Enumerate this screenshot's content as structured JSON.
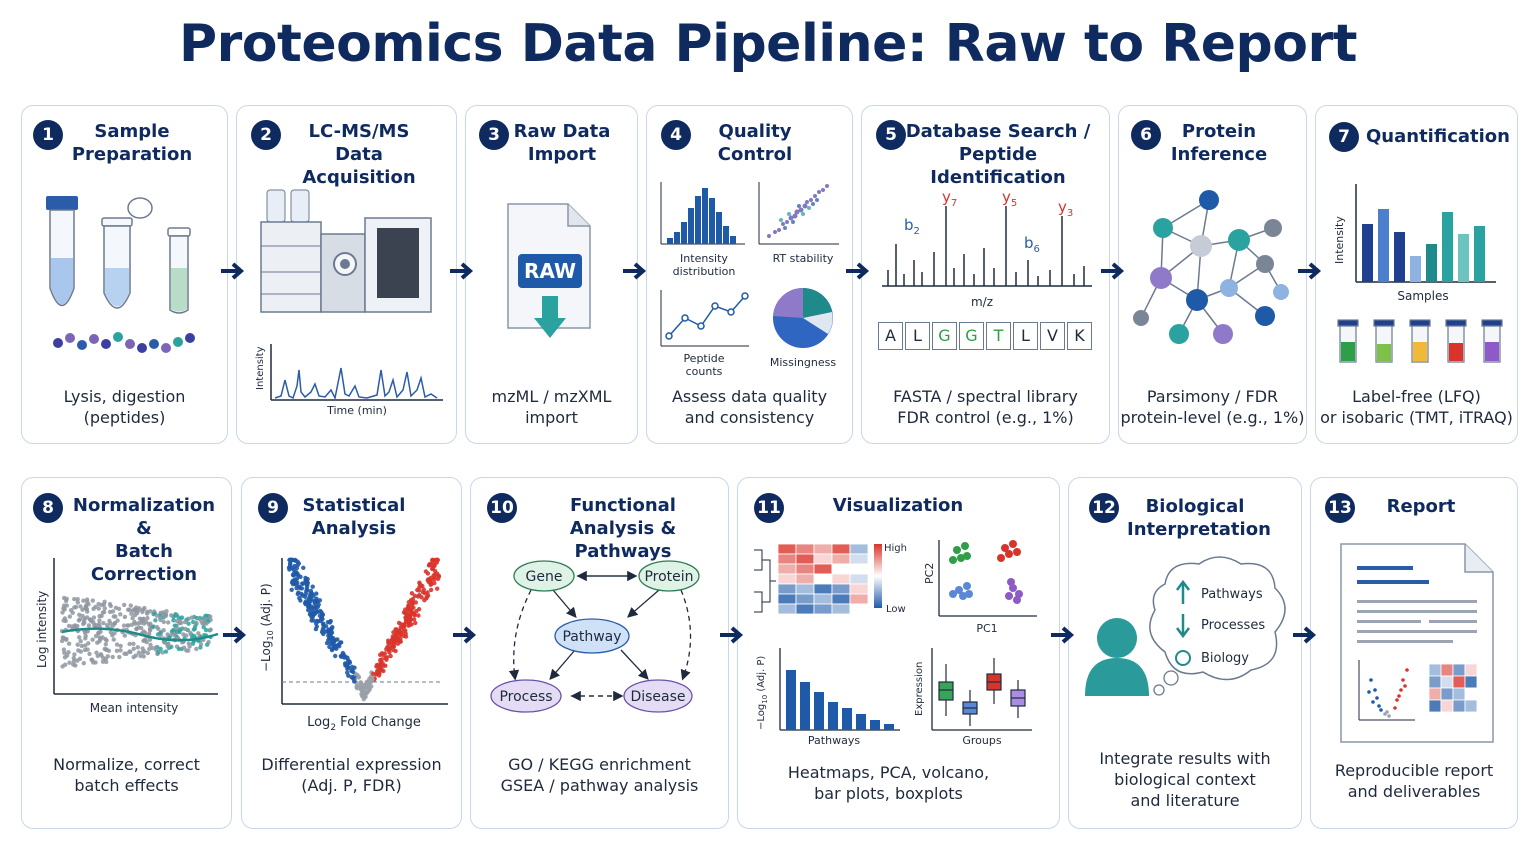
{
  "title": "Proteomics Data Pipeline: Raw to Report",
  "steps": [
    {
      "num": "1",
      "title": [
        "Sample",
        "Preparation"
      ],
      "desc": [
        "Lysis, digestion",
        "(peptides)"
      ]
    },
    {
      "num": "2",
      "title": [
        "LC-MS/MS",
        "Data Acquisition"
      ],
      "desc": [],
      "labels": {
        "ylabel": "Intensity",
        "xlabel": "Time (min)"
      }
    },
    {
      "num": "3",
      "title": [
        "Raw Data",
        "Import"
      ],
      "desc": [
        "mzML / mzXML",
        "import"
      ],
      "labels": {
        "file": "RAW"
      }
    },
    {
      "num": "4",
      "title": [
        "Quality",
        "Control"
      ],
      "desc": [
        "Assess data quality",
        "and consistency"
      ],
      "labels": {
        "hist1": "Intensity",
        "hist2": "distribution",
        "rt": "RT stability",
        "pep1": "Peptide",
        "pep2": "counts",
        "miss": "Missingness"
      }
    },
    {
      "num": "5",
      "title": [
        "Database Search /",
        "Peptide Identification"
      ],
      "desc": [
        "FASTA / spectral library",
        "FDR control (e.g., 1%)"
      ],
      "labels": {
        "xlabel": "m/z",
        "ions": [
          {
            "ion": "b",
            "sub": "2",
            "color": "#2a5caa"
          },
          {
            "ion": "y",
            "sub": "7",
            "color": "#d9342b"
          },
          {
            "ion": "y",
            "sub": "5",
            "color": "#d9342b"
          },
          {
            "ion": "b",
            "sub": "6",
            "color": "#2a5caa"
          },
          {
            "ion": "y",
            "sub": "3",
            "color": "#d9342b"
          }
        ],
        "sequence": [
          {
            "aa": "A",
            "color": "#1f2a3c"
          },
          {
            "aa": "L",
            "color": "#1f2a3c"
          },
          {
            "aa": "G",
            "color": "#2e9e48"
          },
          {
            "aa": "G",
            "color": "#2e9e48"
          },
          {
            "aa": "T",
            "color": "#2e9e48"
          },
          {
            "aa": "L",
            "color": "#1f2a3c"
          },
          {
            "aa": "V",
            "color": "#1f2a3c"
          },
          {
            "aa": "K",
            "color": "#1f2a3c"
          }
        ]
      }
    },
    {
      "num": "6",
      "title": [
        "Protein",
        "Inference"
      ],
      "desc": [
        "Parsimony / FDR",
        "protein-level (e.g., 1%)"
      ]
    },
    {
      "num": "7",
      "title": [
        "Quantification"
      ],
      "desc": [
        "Label-free (LFQ)",
        "or isobaric (TMT, iTRAQ)"
      ],
      "labels": {
        "ylabel": "Intensity",
        "xlabel": "Samples"
      }
    },
    {
      "num": "8",
      "title": [
        "Normalization &",
        "Batch Correction"
      ],
      "desc": [
        "Normalize, correct",
        "batch effects"
      ],
      "labels": {
        "ylabel": "Log intensity",
        "xlabel": "Mean intensity"
      }
    },
    {
      "num": "9",
      "title": [
        "Statistical",
        "Analysis"
      ],
      "desc": [
        "Differential expression",
        "(Adj. P, FDR)"
      ],
      "labels": {
        "ylabel_pre": "−Log",
        "ylabel_sub": "10",
        "ylabel_post": " (Adj. P)",
        "xlabel_pre": "Log",
        "xlabel_sub": "2",
        "xlabel_post": " Fold Change"
      }
    },
    {
      "num": "10",
      "title": [
        "Functional Analysis &",
        "Pathways"
      ],
      "desc": [
        "GO / KEGG enrichment",
        "GSEA / pathway analysis"
      ],
      "labels": {
        "gene": "Gene",
        "protein": "Protein",
        "pathway": "Pathway",
        "process": "Process",
        "disease": "Disease"
      }
    },
    {
      "num": "11",
      "title": [
        "Visualization"
      ],
      "desc": [
        "Heatmaps, PCA, volcano,",
        "bar plots, boxplots"
      ],
      "labels": {
        "high": "High",
        "low": "Low",
        "pc1": "PC1",
        "pc2": "PC2",
        "bar_ylabel_pre": "−Log",
        "bar_ylabel_sub": "10",
        "bar_ylabel_post": " (Adj. P)",
        "pathways": "Pathways",
        "expression": "Expression",
        "groups": "Groups"
      }
    },
    {
      "num": "12",
      "title": [
        "Biological",
        "Interpretation"
      ],
      "desc": [
        "Integrate results with",
        "biological context",
        "and literature"
      ],
      "labels": {
        "pathways": "Pathways",
        "processes": "Processes",
        "biology": "Biology"
      }
    },
    {
      "num": "13",
      "title": [
        "Report"
      ],
      "desc": [
        "Reproducible report",
        "and deliverables"
      ]
    }
  ],
  "colors": {
    "navy": "#0f2a5f",
    "blue": "#2a5caa",
    "red": "#d9342b",
    "teal": "#2aa3a0",
    "border": "#c9d7ea"
  }
}
